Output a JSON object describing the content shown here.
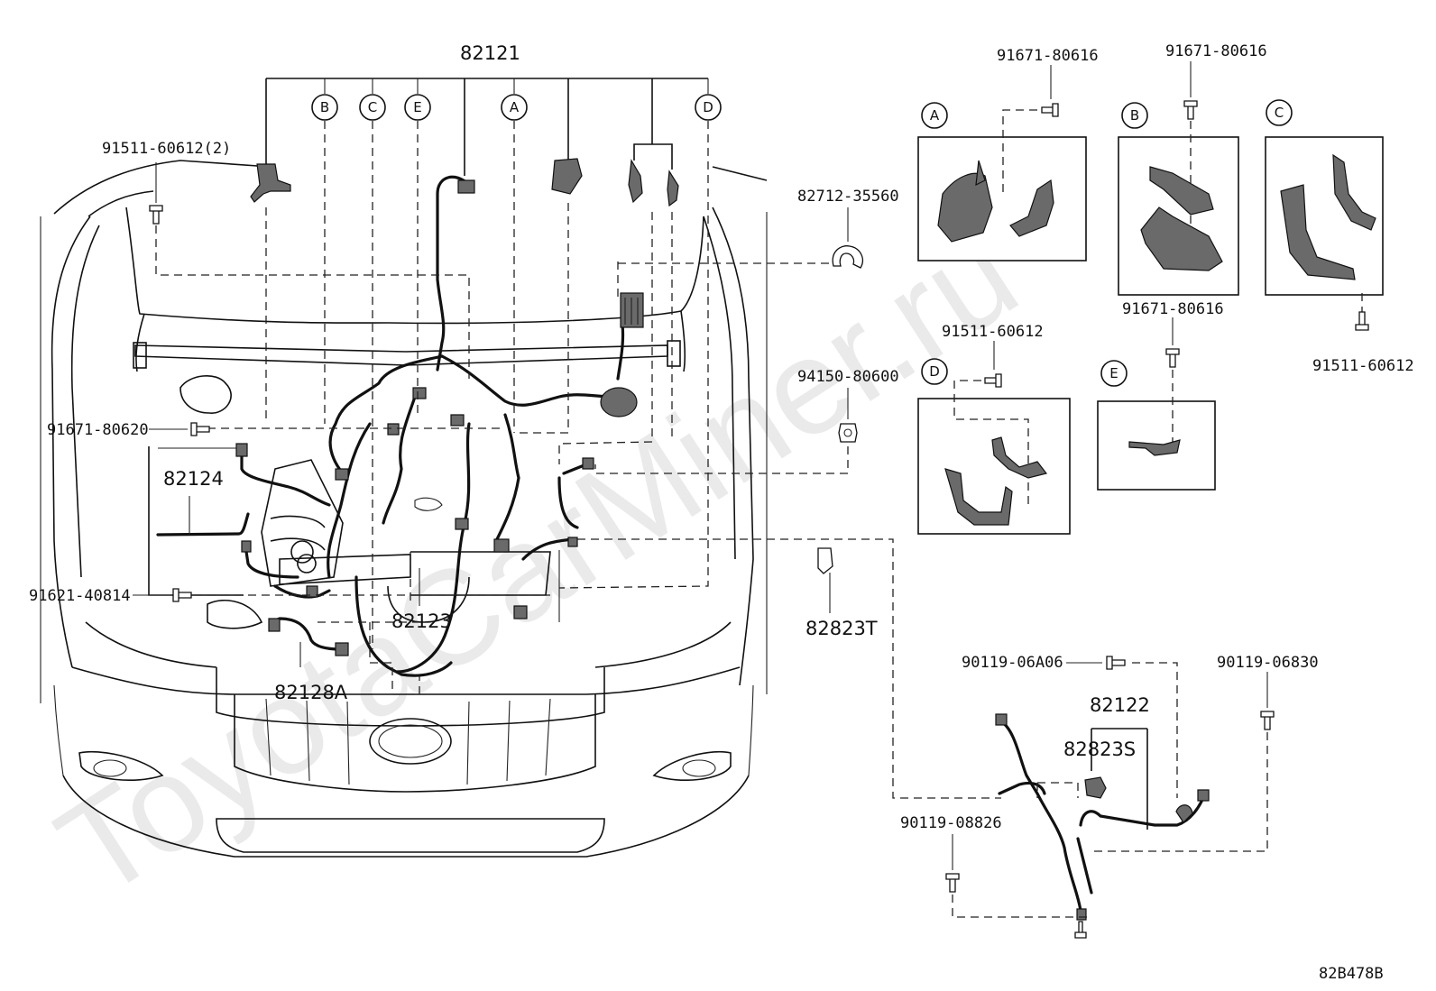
{
  "watermark": "ToyotaCarMiner.ru",
  "drawing_ref": "82B478B",
  "part_numbers": {
    "harness_main": "82121",
    "harness_engine_room": "82123",
    "wire_82124": "82124",
    "wire_82122": "82122",
    "wire_82128A": "82128A",
    "connector_82823T": "82823T",
    "connector_82823S": "82823S",
    "clamp_82712": "82712-35560",
    "nut_94150": "94150-80600",
    "bolt_91511_qty2": "91511-60612(2)",
    "bolt_91511_d": "91511-60612",
    "bolt_91511_c": "91511-60612",
    "bolt_91671_80620": "91671-80620",
    "bolt_91621": "91621-40814",
    "bolt_91671_a": "91671-80616",
    "bolt_91671_b": "91671-80616",
    "bolt_91671_e": "91671-80616",
    "bolt_90119_06A06": "90119-06A06",
    "bolt_90119_06830": "90119-06830",
    "bolt_90119_08826": "90119-08826"
  },
  "references": {
    "harness": [
      "B",
      "C",
      "E",
      "A",
      "D"
    ],
    "detail": [
      "A",
      "B",
      "C",
      "D",
      "E"
    ]
  }
}
